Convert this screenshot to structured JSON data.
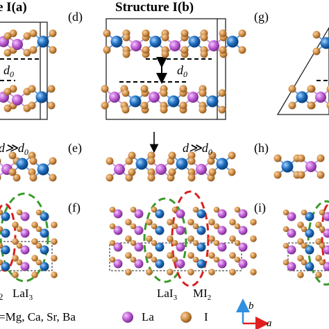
{
  "headers": {
    "left_partial": "e I(a)",
    "middle": "Structure I(b)"
  },
  "panel_labels": {
    "d": "(d)",
    "e": "(e)",
    "f": "(f)",
    "g": "(g)",
    "h": "(h)",
    "i": "(i)"
  },
  "spacing": {
    "d0_left": "d",
    "d0_left_sub": "0",
    "d0_mid": "d",
    "d0_mid_sub": "0",
    "far_left": "d≫d",
    "far_left_sub": "0",
    "far_mid": "d≫d",
    "far_mid_sub": "0"
  },
  "domains": {
    "lai3_left": "LaI",
    "lai3_left_sub": "3",
    "lai3_mid": "LaI",
    "lai3_mid_sub": "3",
    "mi2_mid": "MI",
    "mi2_mid_sub": "2",
    "left_edge_fragment": "2"
  },
  "legend": {
    "metals": "=Mg, Ca, Sr, Ba",
    "la": "La",
    "i": "I"
  },
  "axes": {
    "b": "b",
    "a": "a"
  },
  "colors": {
    "la_atom": "#c05fd6",
    "i_atom": "#d4924a",
    "metal_atom": "#1f6fbf",
    "green_domain": "#3a9a2a",
    "red_domain": "#d8201f",
    "axis_b": "#2f8fe0",
    "axis_a": "#e02020"
  }
}
